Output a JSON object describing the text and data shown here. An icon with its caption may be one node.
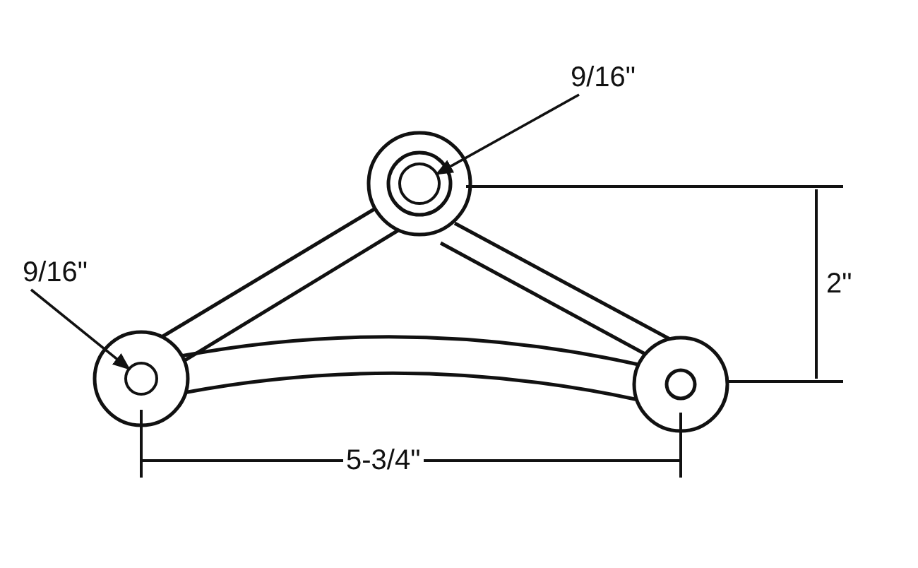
{
  "diagram": {
    "nodes": [
      {
        "text": [
          "9/16\""
        ]
      },
      {
        "text": [],
        "shape": "circle"
      },
      {
        "text": [
          "9/16\""
        ]
      },
      {
        "text": [],
        "shape": "circle"
      }
    ],
    "edges": [
      {
        "from": 0,
        "to": 1,
        "arrow": "to"
      },
      {
        "from": 2,
        "to": 3,
        "arrow": "to"
      }
    ],
    "labels": [
      "2\"",
      "5-3/4\""
    ]
  }
}
